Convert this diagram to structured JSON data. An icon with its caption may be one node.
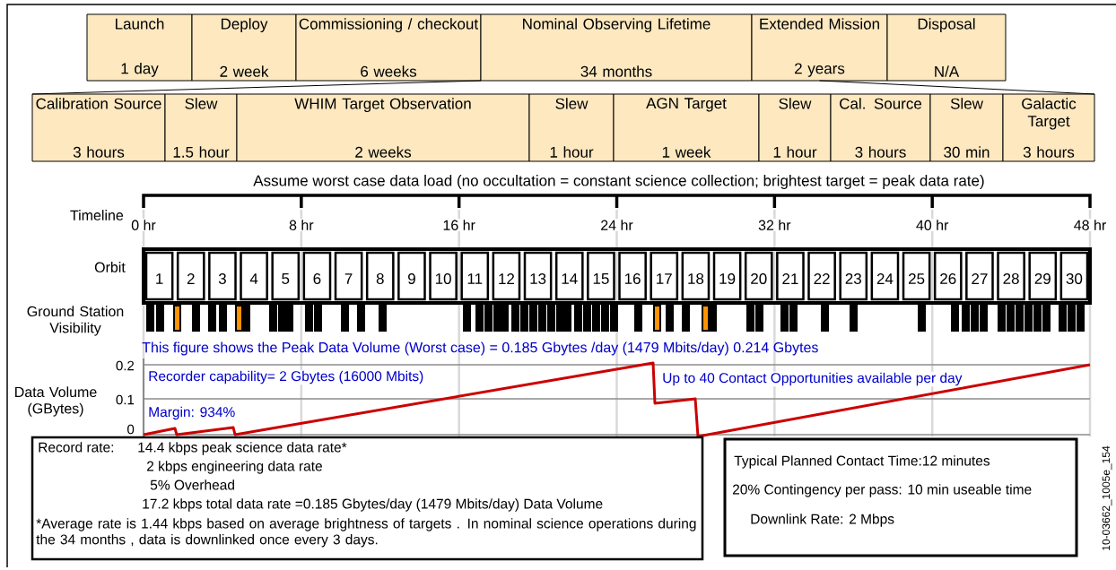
{
  "diagram": {
    "nodes": [
      {
        "text": [
          "Launch",
          "1 day"
        ]
      },
      {
        "text": [
          "Deploy",
          "2 week"
        ]
      },
      {
        "text": [
          "Commissioning / checkout",
          "6 weeks"
        ]
      },
      {
        "text": [
          "Nominal Observing Lifetime",
          "34 months"
        ]
      },
      {
        "text": [
          "Extended Mission",
          "2 years"
        ]
      },
      {
        "text": [
          "Disposal",
          "N/A"
        ]
      },
      {
        "text": [
          "Calibration Source",
          "3 hours"
        ]
      },
      {
        "text": [
          "Slew",
          "1.5 hour"
        ]
      },
      {
        "text": [
          "WHIM Target Observation",
          "2 weeks"
        ]
      },
      {
        "text": [
          "Slew",
          "1 hour"
        ]
      },
      {
        "text": [
          "AGN Target",
          "1 week"
        ]
      },
      {
        "text": [
          "Slew",
          "1 hour"
        ]
      },
      {
        "text": [
          "Cal. Source",
          "3 hours"
        ]
      },
      {
        "text": [
          "Slew",
          "30 min"
        ]
      },
      {
        "text": [
          "Galactic Target",
          "3 hours"
        ]
      },
      {
        "text": [
          "1"
        ]
      },
      {
        "text": [
          "2"
        ]
      },
      {
        "text": [
          "3"
        ]
      },
      {
        "text": [
          "4"
        ]
      },
      {
        "text": [
          "5"
        ]
      },
      {
        "text": [
          "6"
        ]
      },
      {
        "text": [
          "7"
        ]
      },
      {
        "text": [
          "8"
        ]
      },
      {
        "text": [
          "9"
        ]
      },
      {
        "text": [
          "10"
        ]
      },
      {
        "text": [
          "11"
        ]
      },
      {
        "text": [
          "12"
        ]
      },
      {
        "text": [
          "13"
        ]
      },
      {
        "text": [
          "14"
        ]
      },
      {
        "text": [
          "15"
        ]
      },
      {
        "text": [
          "16"
        ]
      },
      {
        "text": [
          "17"
        ]
      },
      {
        "text": [
          "18"
        ]
      },
      {
        "text": [
          "19"
        ]
      },
      {
        "text": [
          "20"
        ]
      },
      {
        "text": [
          "21"
        ]
      },
      {
        "text": [
          "22"
        ]
      },
      {
        "text": [
          "23"
        ]
      },
      {
        "text": [
          "24"
        ]
      },
      {
        "text": [
          "25"
        ]
      },
      {
        "text": [
          "26"
        ]
      },
      {
        "text": [
          "27"
        ]
      },
      {
        "text": [
          "28"
        ]
      },
      {
        "text": [
          "29"
        ]
      },
      {
        "text": [
          "30"
        ]
      },
      {
        "text": [
          "Record rate:",
          "14.4 kbps peak science data rate*",
          "2 kbps engineering data rate",
          "5% Overhead",
          "17.2 kbps total data rate =0.185 Gbytes/day (1479 Mbits/day) Data Volume",
          "*Average rate is 1.44 kbps based on average brightness of targets . In nominal science operations during the 34 months , data is downlinked once every 3 days."
        ]
      },
      {
        "text": [
          "Typical Planned Contact Time:12 minutes",
          "20% Contingency per pass: 10 min useable time",
          "Downlink Rate: 2 Mbps"
        ]
      }
    ],
    "edges": [
      {
        "from": 2,
        "to": 6,
        "arrow": "none"
      },
      {
        "from": 4,
        "to": 14,
        "arrow": "none"
      }
    ],
    "labels": [
      "Assume worst case data load (no occultation = constant science collection; brightest target = peak data rate)",
      "Timeline",
      "0 hr",
      "8 hr",
      "16 hr",
      "24 hr",
      "32 hr",
      "40 hr",
      "48 hr",
      "Orbit",
      "Ground Station Visibility",
      "This figure shows the Peak Data Volume (Worst case) = 0.185 Gbytes /day (1479 Mbits/day) 0.214 Gbytes",
      "Data Volume (GBytes)",
      "0.2",
      "0.1",
      "0",
      "Recorder capability= 2 Gbytes (16000 Mbits)",
      "Up to 40 Contact Opportunities available per day",
      "Margin: 934%",
      "10-03662_1005e_154"
    ]
  }
}
